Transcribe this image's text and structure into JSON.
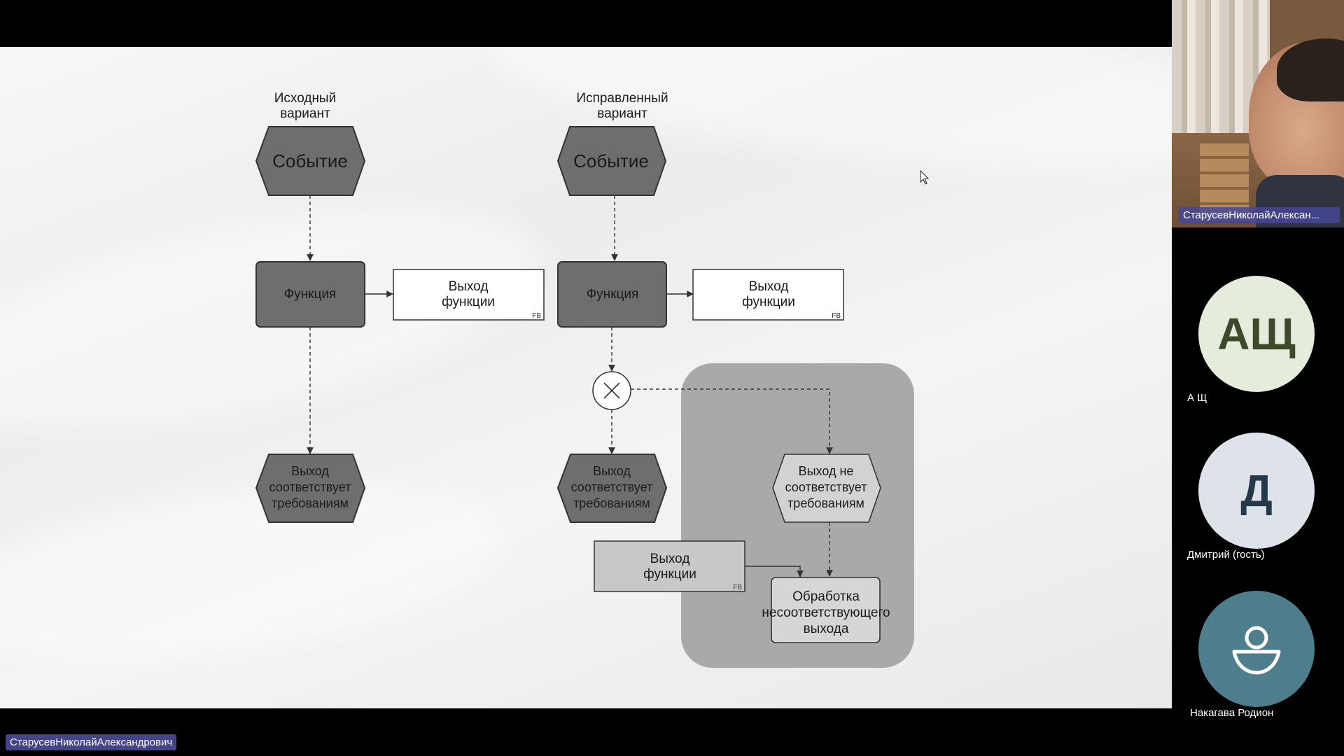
{
  "slide": {
    "original": {
      "title_line1": "Исходный",
      "title_line2": "вариант",
      "event": "Событие",
      "function": "Функция",
      "output_line1": "Выход",
      "output_line2": "функции",
      "output_tag": "FB",
      "result_line1": "Выход",
      "result_line2": "соответствует",
      "result_line3": "требованиям"
    },
    "corrected": {
      "title_line1": "Исправленный",
      "title_line2": "вариант",
      "event": "Событие",
      "function": "Функция",
      "output_line1": "Выход",
      "output_line2": "функции",
      "output_tag": "FB",
      "result_line1": "Выход",
      "result_line2": "соответствует",
      "result_line3": "требованиям",
      "nonconform_line1": "Выход не",
      "nonconform_line2": "соответствует",
      "nonconform_line3": "требованиям",
      "output2_line1": "Выход",
      "output2_line2": "функции",
      "output2_tag": "FB",
      "handling_line1": "Обработка",
      "handling_line2": "несоответствующего",
      "handling_line3": "выхода",
      "gateway_icon": "xor-gateway-icon"
    },
    "colors": {
      "dark_node": "#6e6e6e",
      "light_node": "#c8c8c8",
      "group_fill": "#a9a9a9"
    }
  },
  "conference": {
    "self_view_name": "СтарусевНиколайАлексан...",
    "presenter_name": "СтарусевНиколайАлександрович",
    "participants": [
      {
        "initials": "АЩ",
        "name": "А Щ",
        "avatar_bg": "#e6ecdc",
        "avatar_fg": "#3c4a2a"
      },
      {
        "initials": "Д",
        "name": "Дмитрий (гость)",
        "avatar_bg": "#dde3e8",
        "avatar_fg": "#243a4a"
      },
      {
        "initials": "",
        "name": "Накагава Родион",
        "avatar_bg": "#4e7d8c",
        "avatar_fg": "#ffffff",
        "icon": "person-icon"
      }
    ]
  }
}
